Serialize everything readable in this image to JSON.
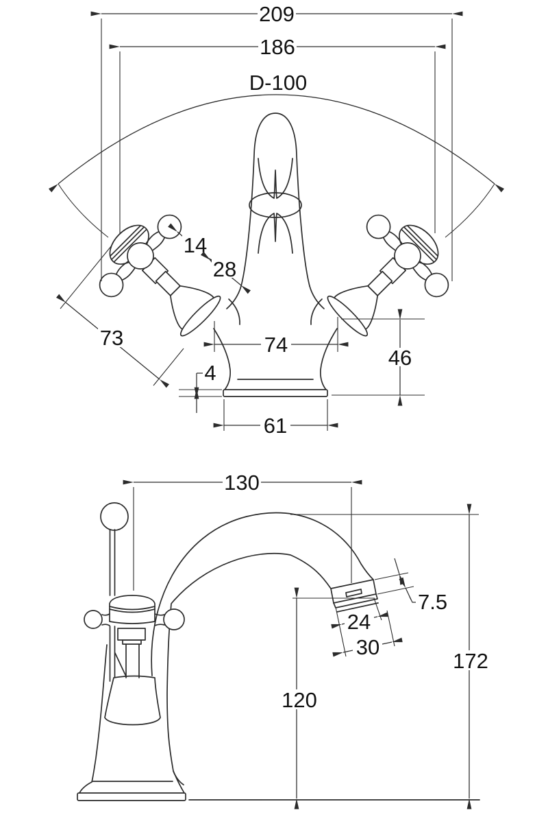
{
  "colors": {
    "background": "#ffffff",
    "line": "#2b2b2b",
    "text": "#111111"
  },
  "front_view": {
    "dimensions": {
      "overall_width": "209",
      "upper_width": "186",
      "swing_diameter": "D-100",
      "knob_offset": "14",
      "handle_clearance": "28",
      "handle_length": "73",
      "body_width": "74",
      "body_height": "46",
      "base_plate_thickness": "4",
      "base_width": "61"
    }
  },
  "side_view": {
    "dimensions": {
      "spout_reach": "130",
      "tip_face_thickness": "7.5",
      "aerator_width": "24",
      "tip_width": "30",
      "overall_height": "172",
      "spout_outlet_height": "120"
    }
  }
}
